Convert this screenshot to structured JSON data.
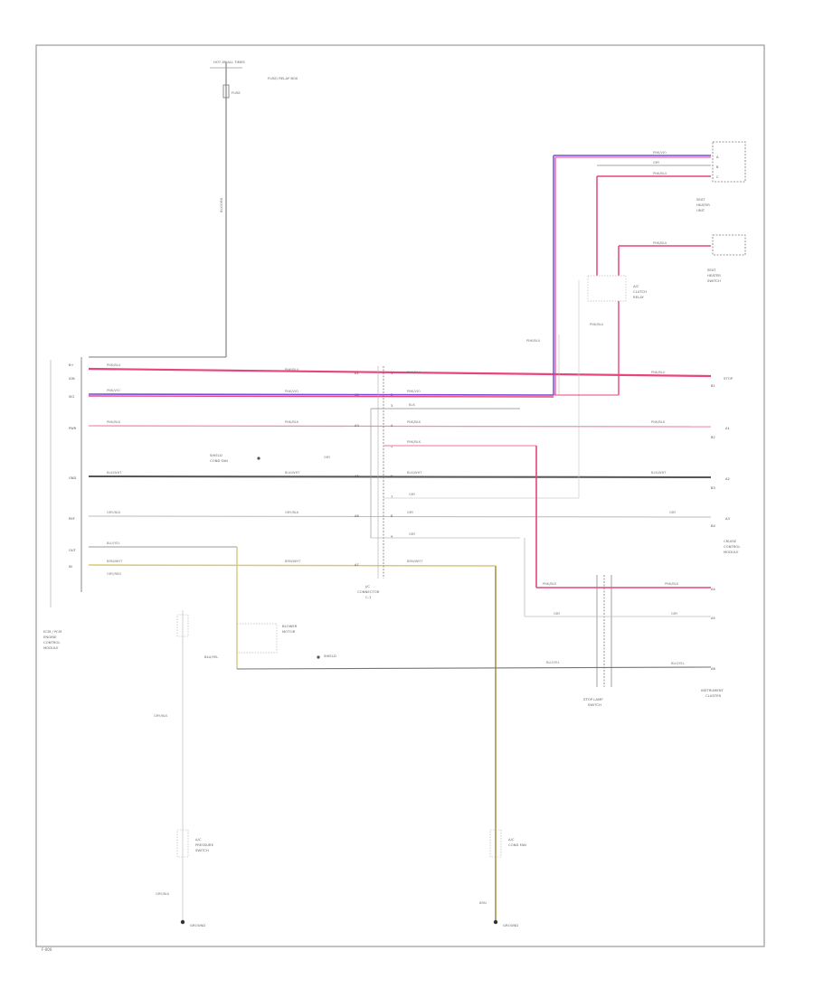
{
  "diagram": {
    "footer_code": "F-000",
    "colors": {
      "pink_red": "#e8457a",
      "light_pink": "#f0a0b8",
      "violet": "#7a4cd8",
      "gray": "#aaaaaa",
      "dark_gray": "#555555",
      "yellow": "#d8c878",
      "black": "#333333"
    },
    "labels": {
      "top_fuse": "HOT AT ALL TIMES",
      "top_fuse_name": "FUSE",
      "fuse_box": "FUSE/ RELAY BOX",
      "ecm": "ECM / PCM\nENGINE\nCONTROL\nMODULE",
      "main_connector": "J/C\nCONNECTOR\nC-1",
      "instrument_panel_top": "SEAT\nHEATER\nSWITCH",
      "upper_right_component": "SEAT\nHEATER\nUNIT",
      "cond_fan": "SHIELD\nCOND FAN",
      "stop_lamp": "STOP LAMP\nSWITCH",
      "cruise_control": "CRUISE\nCONTROL\nMODULE",
      "blower_motor": "BLOWER\nMOTOR",
      "ac_clutch": "A/C\nCLUTCH\nRELAY",
      "lower_left_ground": "GROUND",
      "lower_center_ground": "GROUND",
      "lower_left_switch": "A/C\nPRESSURE\nSWITCH",
      "lower_center_switch": "A/C\nCOND FAN",
      "right_bottom_module": "INSTRUMENT\nCLUSTER"
    }
  }
}
